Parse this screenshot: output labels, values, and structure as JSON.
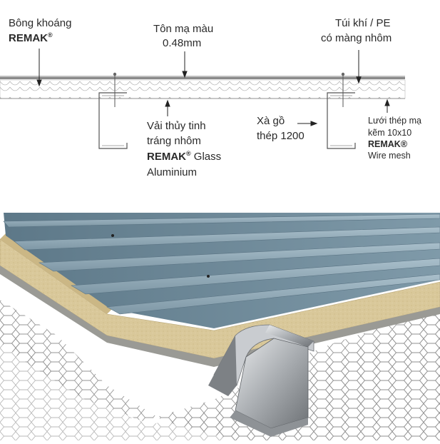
{
  "labels": {
    "rockwool": {
      "line1": "Bông khoáng",
      "brand": "REMAK",
      "reg": "®"
    },
    "steel_sheet": {
      "line1": "Tôn mạ màu",
      "line2": "0.48mm"
    },
    "air_bubble": {
      "line1": "Túi khí / PE",
      "line2": "có màng nhôm"
    },
    "glass_cloth": {
      "line1": "Vải thủy tinh",
      "line2": "tráng nhôm",
      "brand": "REMAK",
      "reg": "®",
      "brand_suffix": " Glass",
      "line4": "Aluminium"
    },
    "purlin": {
      "line1": "Xà gồ",
      "line2": "thép 1200"
    },
    "wire_mesh": {
      "line1": "Lưới thép mạ",
      "line2": "kẽm 10x10",
      "brand": "REMAK®",
      "line4": "Wire mesh"
    }
  },
  "colors": {
    "roof_steel": "#6f8a99",
    "rockwool": "#d9c89a",
    "purlin": "#b9bcc0",
    "mesh": "#7a7a7a",
    "text": "#2a2a2a"
  }
}
